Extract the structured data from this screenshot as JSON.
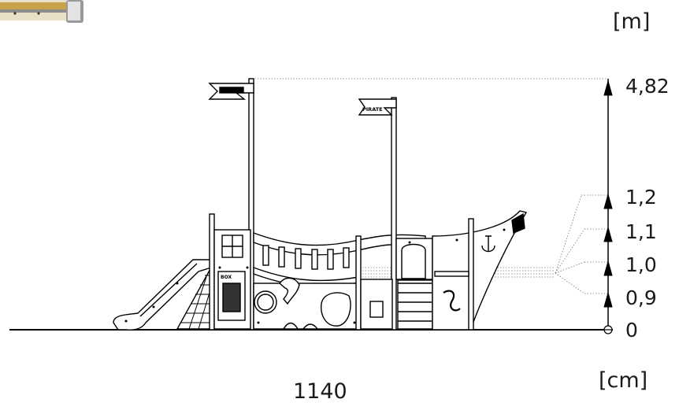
{
  "units": {
    "height_unit": "[m]",
    "width_unit": "[cm]"
  },
  "dimensions": {
    "width": "1140"
  },
  "height_marks": [
    {
      "label": "4,82",
      "value": 4.82
    },
    {
      "label": "1,2",
      "value": 1.2
    },
    {
      "label": "1,1",
      "value": 1.1
    },
    {
      "label": "1,0",
      "value": 1.0
    },
    {
      "label": "0,9",
      "value": 0.9
    },
    {
      "label": "0",
      "value": 0
    }
  ],
  "flags": {
    "rear_flag_text": "",
    "front_flag_text": "PIRATE"
  },
  "panels": {
    "box_text": "BOX"
  }
}
